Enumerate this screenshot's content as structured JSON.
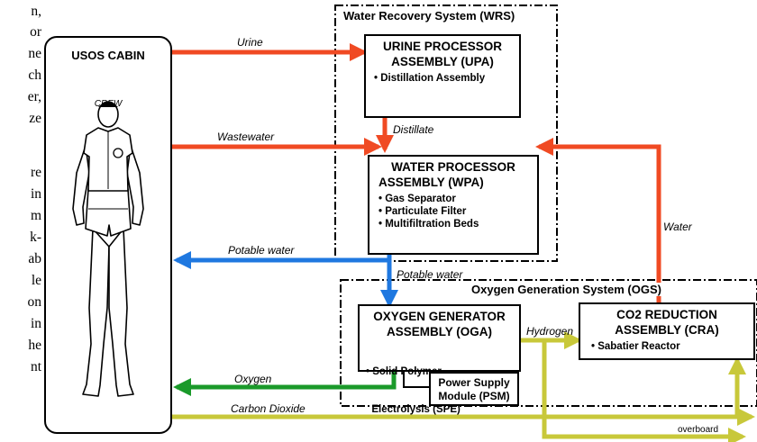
{
  "side_text": [
    "n,",
    "or",
    "ne",
    "ch",
    "er,",
    "ze",
    "re",
    "in",
    "m",
    "k-",
    "ab",
    "le",
    "on",
    "in",
    "he",
    "nt"
  ],
  "cabin": {
    "title": "USOS CABIN",
    "crew": "CREW"
  },
  "wrs": {
    "title": "Water Recovery System (WRS)"
  },
  "ogs": {
    "title": "Oxygen Generation System (OGS)"
  },
  "upa": {
    "title_line1": "URINE PROCESSOR",
    "title_line2": "ASSEMBLY (UPA)",
    "bullets": [
      "• Distillation Assembly"
    ]
  },
  "wpa": {
    "title_line1": "WATER PROCESSOR",
    "title_line2": "ASSEMBLY (WPA)",
    "bullets": [
      "• Gas Separator",
      "• Particulate Filter",
      "• Multifiltration Beds"
    ]
  },
  "oga": {
    "title_line1": "OXYGEN GENERATOR",
    "title_line2": "ASSEMBLY (OGA)",
    "bullets": [
      "• Solid Polymer",
      "  Electrolysis (SPE)"
    ]
  },
  "cra": {
    "title_line1": "CO2 REDUCTION",
    "title_line2": "ASSEMBLY (CRA)",
    "bullets": [
      "• Sabatier Reactor"
    ]
  },
  "psm": {
    "line1": "Power Supply",
    "line2": "Module (PSM)"
  },
  "flows": {
    "urine": "Urine",
    "distillate": "Distillate",
    "wastewater": "Wastewater",
    "water": "Water",
    "potable_water_left": "Potable water",
    "potable_water_down": "Potable water",
    "hydrogen": "Hydrogen",
    "oxygen": "Oxygen",
    "carbon_dioxide": "Carbon Dioxide",
    "overboard": "overboard"
  },
  "colors": {
    "red": "#f04a23",
    "blue": "#1f78e0",
    "green": "#1a9a2a",
    "yellow": "#c8c83a"
  }
}
